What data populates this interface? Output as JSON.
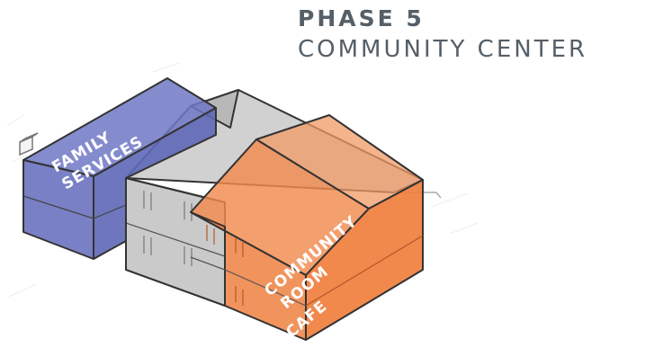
{
  "title": {
    "phase": "PHASE 5",
    "subtitle": "COMMUNITY CENTER"
  },
  "labels": {
    "family_services_line1": "FAMILY",
    "family_services_line2": "SERVICES",
    "community": "COMMUNITY",
    "room": "ROOM",
    "cafe": "CAFE"
  },
  "colors": {
    "family_services": "#6f78c6",
    "community_room": "#f08a4e",
    "existing_building": "#c9c9c9",
    "title_text": "#555f68"
  }
}
